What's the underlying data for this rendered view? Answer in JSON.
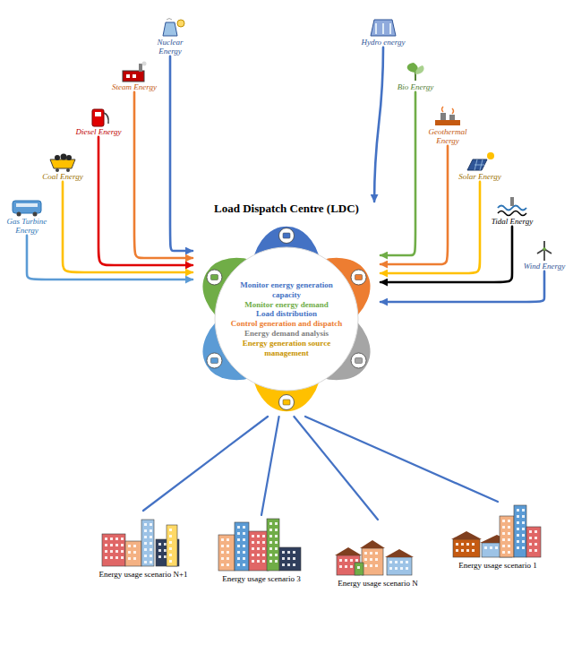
{
  "diagram": {
    "nodes": [
      {
        "text": [
          "Nuclear Energy"
        ]
      },
      {
        "text": [
          "Steam Energy"
        ]
      },
      {
        "text": [
          "Diesel Energy"
        ]
      },
      {
        "text": [
          "Coal Energy"
        ]
      },
      {
        "text": [
          "Gas Turbine Energy"
        ]
      },
      {
        "text": [
          "Hydro energy"
        ]
      },
      {
        "text": [
          "Bio Energy"
        ]
      },
      {
        "text": [
          "Geothermal Energy"
        ]
      },
      {
        "text": [
          "Solar Energy"
        ]
      },
      {
        "text": [
          "Tidal Energy"
        ]
      },
      {
        "text": [
          "Wind Energy"
        ]
      },
      {
        "text": [
          "Load Dispatch Centre (LDC)",
          "Monitor energy generation capacity",
          "Monitor energy demand",
          "Load distribution",
          "Control generation and dispatch",
          "Energy demand analysis",
          "Energy generation source management"
        ]
      },
      {
        "text": [
          "Energy usage scenario N+1"
        ]
      },
      {
        "text": [
          "Energy usage scenario 3"
        ]
      },
      {
        "text": [
          "Energy usage scenario N"
        ]
      },
      {
        "text": [
          "Energy usage scenario 1"
        ]
      }
    ],
    "edges": [
      {
        "from": 0,
        "to": 11,
        "arrow": "to"
      },
      {
        "from": 1,
        "to": 11,
        "arrow": "to"
      },
      {
        "from": 2,
        "to": 11,
        "arrow": "to"
      },
      {
        "from": 3,
        "to": 11,
        "arrow": "to"
      },
      {
        "from": 4,
        "to": 11,
        "arrow": "to"
      },
      {
        "from": 5,
        "to": 11,
        "arrow": "to"
      },
      {
        "from": 6,
        "to": 11,
        "arrow": "to"
      },
      {
        "from": 7,
        "to": 11,
        "arrow": "to"
      },
      {
        "from": 8,
        "to": 11,
        "arrow": "to"
      },
      {
        "from": 9,
        "to": 11,
        "arrow": "to"
      },
      {
        "from": 10,
        "to": 11,
        "arrow": "to"
      },
      {
        "from": 11,
        "to": 12,
        "arrow": "none"
      },
      {
        "from": 11,
        "to": 13,
        "arrow": "none"
      },
      {
        "from": 11,
        "to": 14,
        "arrow": "none"
      },
      {
        "from": 11,
        "to": 15,
        "arrow": "none"
      }
    ]
  }
}
